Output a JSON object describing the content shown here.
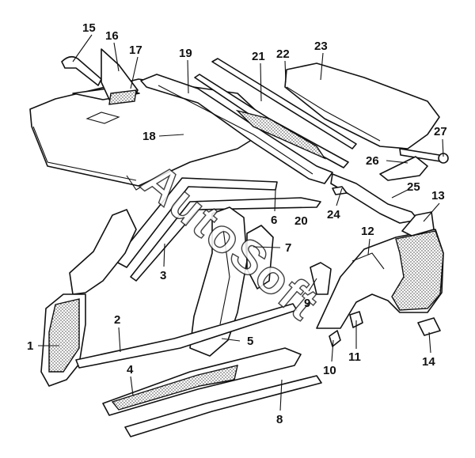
{
  "watermark": "AutoSoft",
  "callouts": {
    "c1": "1",
    "c2": "2",
    "c3": "3",
    "c4": "4",
    "c5": "5",
    "c6": "6",
    "c7": "7",
    "c8": "8",
    "c9": "9",
    "c10": "10",
    "c11": "11",
    "c12": "12",
    "c13": "13",
    "c14": "14",
    "c15": "15",
    "c16": "16",
    "c17": "17",
    "c18": "18",
    "c19": "19",
    "c20": "20",
    "c21": "21",
    "c22": "22",
    "c23": "23",
    "c24": "24",
    "c25": "25",
    "c26": "26",
    "c27": "27"
  }
}
